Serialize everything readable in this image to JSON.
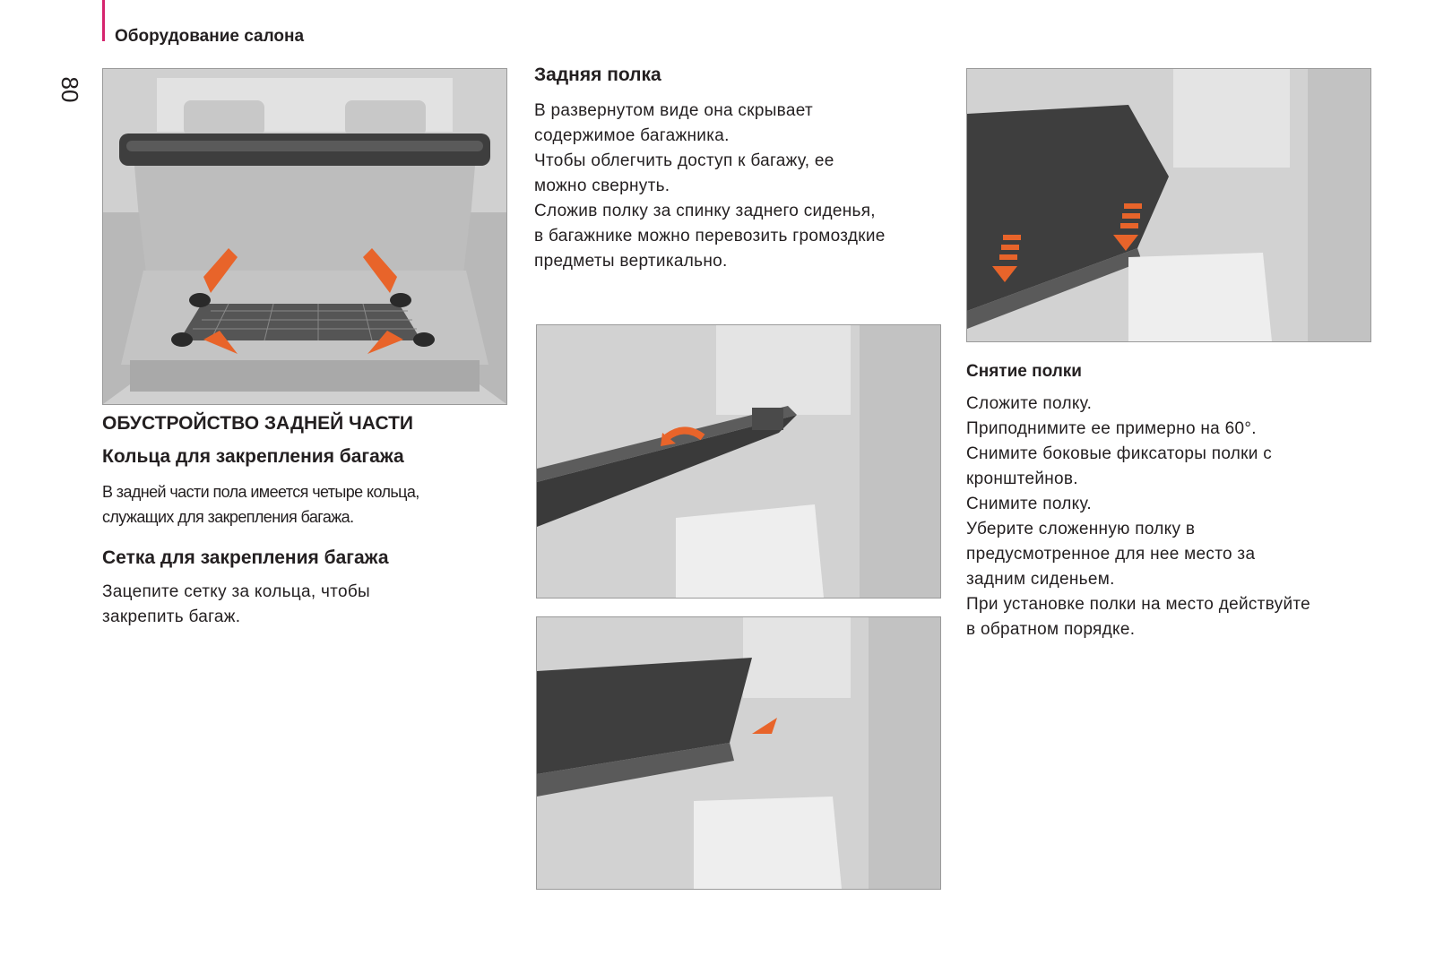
{
  "header": {
    "section_title": "Оборудование салона",
    "page_number": "80",
    "accent_color": "#d6246e"
  },
  "left_column": {
    "heading": "ОБУСТРОЙСТВО ЗАДНЕЙ ЧАСТИ",
    "rings_title": "Кольца для закрепления багажа",
    "rings_text": "В задней части пола имеется четыре кольца,\nслужащих для закрепления багажа.",
    "net_title": "Сетка для закрепления багажа",
    "net_text": "Зацепите сетку за кольца, чтобы\nзакрепить багаж."
  },
  "middle_column": {
    "shelf_title": "Задняя полка",
    "shelf_text": "В развернутом виде она скрывает\nсодержимое багажника.\nЧтобы облегчить доступ к багажу, ее\nможно свернуть.\nСложив полку за спинку заднего сиденья,\nв багажнике можно перевозить громоздкие\nпредметы вертикально."
  },
  "right_column": {
    "remove_title": "Снятие полки",
    "remove_text": "Сложите полку.\nПриподнимите ее примерно на 60°.\nСнимите боковые фиксаторы полки с\nкронштейнов.\nСнимите полку.\nУберите сложенную полку в\nпредусмотренное для нее место за\nзадним сиденьем.\nПри установке полки на место действуйте\nв обратном порядке."
  },
  "figures": {
    "arrow_color": "#e8642a",
    "illustrations": [
      "trunk-illustration",
      "shelf-fold-illustration",
      "shelf-raised-illustration",
      "shelf-removal-illustration"
    ]
  }
}
